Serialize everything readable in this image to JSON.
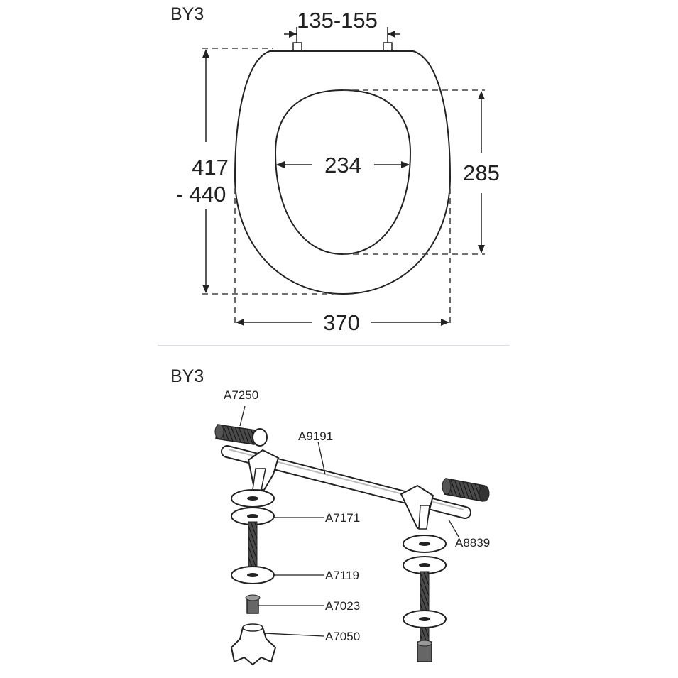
{
  "top_drawing": {
    "title": "BY3",
    "hinge_spacing": "135-155",
    "length_top": "417",
    "length_bottom": "- 440",
    "opening_width": "234",
    "opening_length": "285",
    "overall_width": "370"
  },
  "bottom_drawing": {
    "title": "BY3",
    "parts": {
      "cap": "A7250",
      "rod": "A9191",
      "washer_upper": "A7171",
      "washer_lower": "A7119",
      "nut": "A7023",
      "wing_nut": "A7050",
      "hinge_post": "A8839"
    }
  },
  "colors": {
    "line": "#222222",
    "divider": "#d8dde0",
    "dark_part": "#3a3a3a"
  }
}
